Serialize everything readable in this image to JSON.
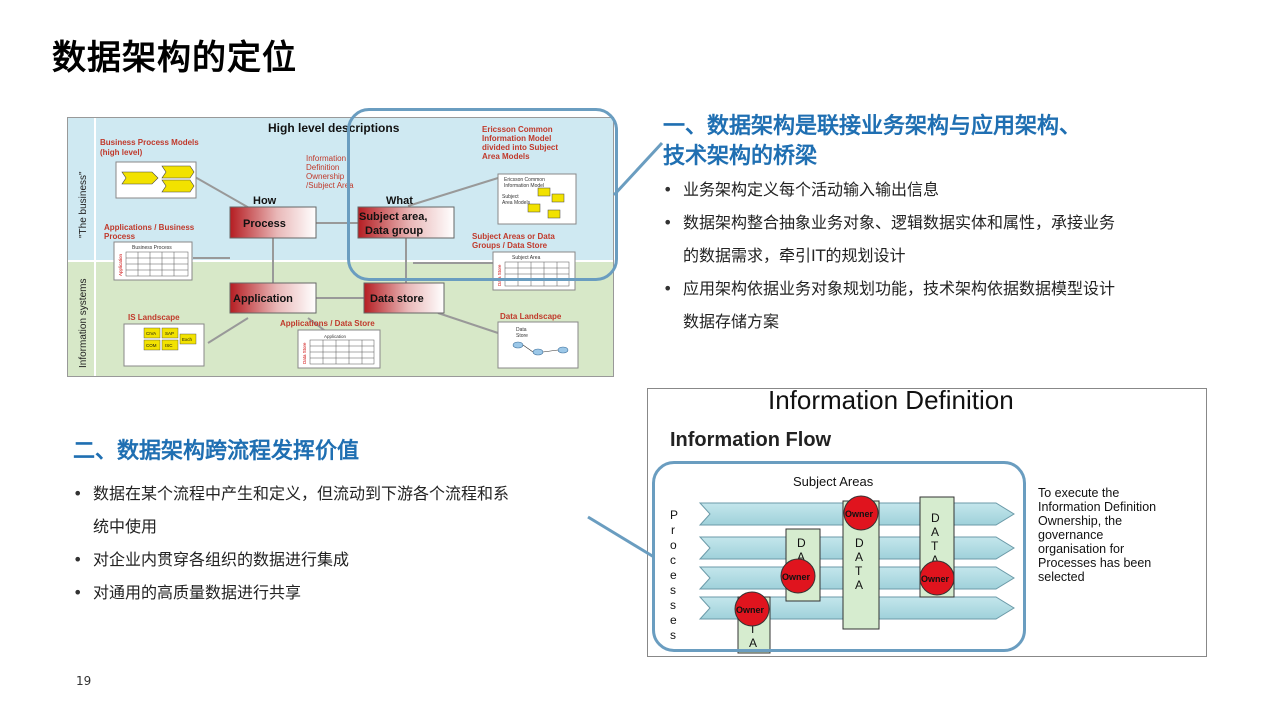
{
  "page": {
    "title": "数据架构的定位",
    "page_number": "19"
  },
  "section1": {
    "heading_line1": "一、数据架构是联接业务架构与应用架构、",
    "heading_line2": "技术架构的桥梁",
    "bullets": [
      {
        "line1": "业务架构定义每个活动输入输出信息",
        "line2": ""
      },
      {
        "line1": "数据架构整合抽象业务对象、逻辑数据实体和属性，承接业务",
        "line2": "的数据需求，牵引IT的规划设计"
      },
      {
        "line1": "应用架构依据业务对象规划功能，技术架构依据数据模型设计",
        "line2": "数据存储方案"
      }
    ]
  },
  "section2": {
    "heading": "二、数据架构跨流程发挥价值",
    "bullets": [
      {
        "line1": "数据在某个流程中产生和定义，但流动到下游各个流程和系",
        "line2": "统中使用"
      },
      {
        "line1": "对企业内贯穿各组织的数据进行集成",
        "line2": ""
      },
      {
        "line1": "对通用的高质量数据进行共享",
        "line2": ""
      }
    ]
  },
  "diagram1": {
    "band_business": "\"The business\"",
    "band_is": "Information systems",
    "top_label": "High level descriptions",
    "bpm_line1": "Business Process Models",
    "bpm_line2": "(high level)",
    "idef_line1": "Information",
    "idef_line2": "Definition",
    "idef_line3": "Ownership",
    "idef_line4": "/Subject Area",
    "eric_line1": "Ericsson Common",
    "eric_line2": "Information Model",
    "eric_line3": "divided into Subject",
    "eric_line4": "Area Models",
    "mini_eric_line1": "Ericsson Common",
    "mini_eric_line2": "Information Model",
    "mini_subject_line1": "Subject",
    "mini_subject_line2": "Area Models",
    "how": "How",
    "what": "What",
    "process": "Process",
    "subject_line1": "Subject area,",
    "subject_line2": "Data group",
    "app_bp_line1": "Applications / Business",
    "app_bp_line2": "Process",
    "mini_bp_header": "Business Process",
    "mini_app": "Application",
    "sa_line1": "Subject Areas or Data",
    "sa_line2": "Groups / Data Store",
    "mini_subject_area": "Subject  Area",
    "mini_data_store": "Data Store",
    "application": "Application",
    "data_store": "Data store",
    "is_landscape": "IS Landscape",
    "app_ds": "Applications / Data Store",
    "data_landscape": "Data Landscape",
    "mini_ds_line1": "Data",
    "mini_ds_line2": "Store",
    "is_cells": [
      "CIVA",
      "SAP",
      "COM",
      "ISC",
      "Exch"
    ]
  },
  "diagram2": {
    "title": "Information Definition",
    "subtitle": "Information Flow",
    "subject_areas": "Subject Areas",
    "processes_letters": [
      "P",
      "r",
      "o",
      "c",
      "e",
      "s",
      "s",
      "e",
      "s"
    ],
    "data_letters": [
      "D",
      "A",
      "T",
      "A"
    ],
    "owner": "Owner",
    "note_lines": [
      "To execute the",
      "Information Definition",
      "Ownership, the",
      "governance",
      "organisation for",
      "Processes has been",
      "selected"
    ]
  },
  "colors": {
    "accent_blue": "#1f6fb2",
    "callout_border": "#6a9dc0",
    "owner_red": "#e0141e",
    "process_red": "#c8282c"
  }
}
